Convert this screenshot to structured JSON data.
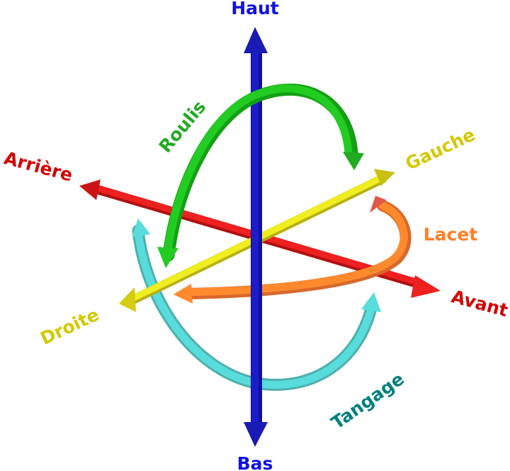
{
  "labels": {
    "up": "Haut",
    "down": "Bas",
    "back": "Arrière",
    "forward": "Avant",
    "left": "Gauche",
    "right": "Droite",
    "roll": "Roulis",
    "yaw": "Lacet",
    "pitch": "Tangage"
  },
  "colors": {
    "vertical_axis": "#1a1ab4",
    "vertical_label": "#1010e6",
    "longitudinal_axis": "#ea1c1c",
    "longitudinal_label": "#d40000",
    "lateral_axis": "#e8e81a",
    "lateral_label": "#d4c800",
    "roll": "#22cc22",
    "roll_label": "#22aa22",
    "yaw": "#ff8a2e",
    "yaw_label": "#ff7f2a",
    "pitch": "#55d8d8",
    "pitch_label": "#008080"
  }
}
